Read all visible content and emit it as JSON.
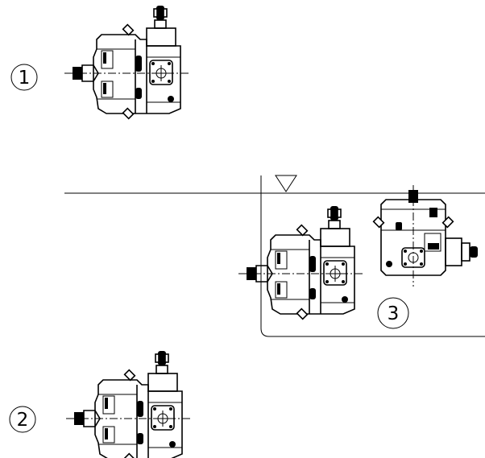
{
  "labels": {
    "pos1": "1",
    "pos2": "2",
    "pos3": "3"
  }
}
